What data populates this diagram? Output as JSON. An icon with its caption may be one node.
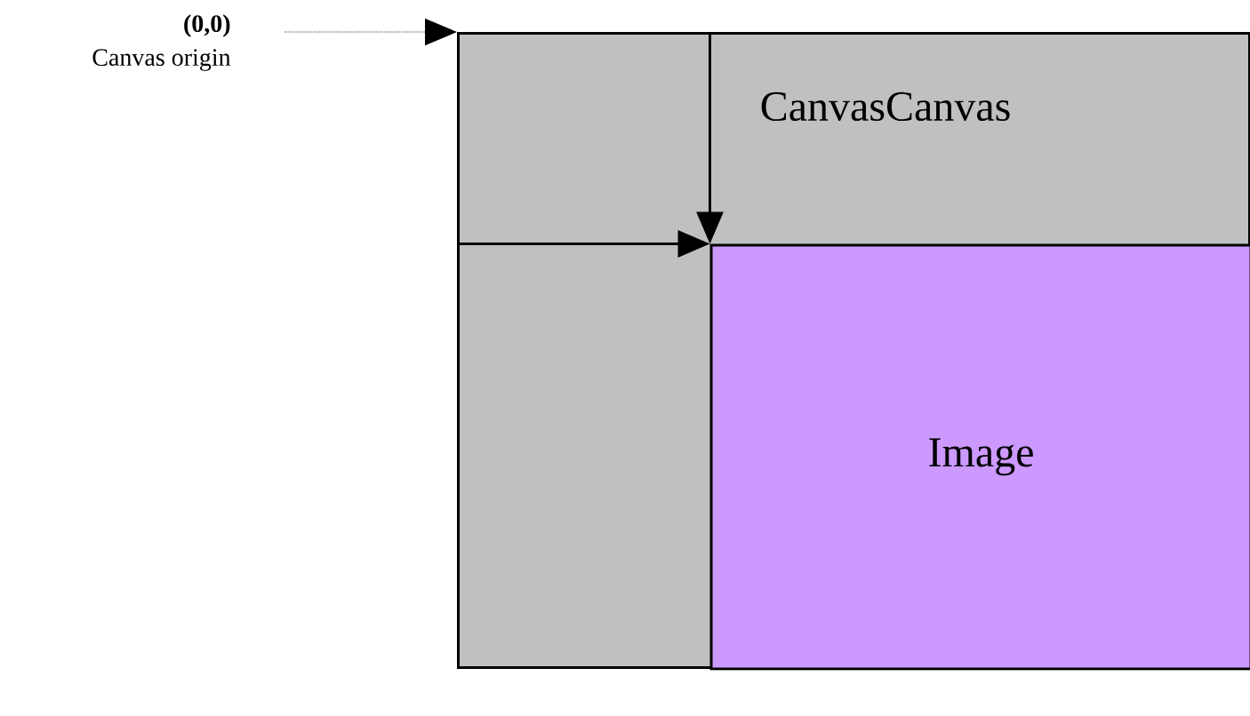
{
  "diagram": {
    "nodes": [
      {
        "text": [
          "(0,0)",
          "Canvas origin"
        ]
      },
      {
        "text": [
          "CanvasCanvas"
        ]
      },
      {
        "text": [
          "Image"
        ],
        "in": 1
      }
    ],
    "edges": [
      {
        "from": 0,
        "to": 1,
        "arrow": "to",
        "style": "dashed",
        "color": "#999999"
      },
      {
        "from": 1,
        "to": 2,
        "arrow": "to"
      },
      {
        "from": 1,
        "to": 2,
        "arrow": "to"
      }
    ]
  }
}
